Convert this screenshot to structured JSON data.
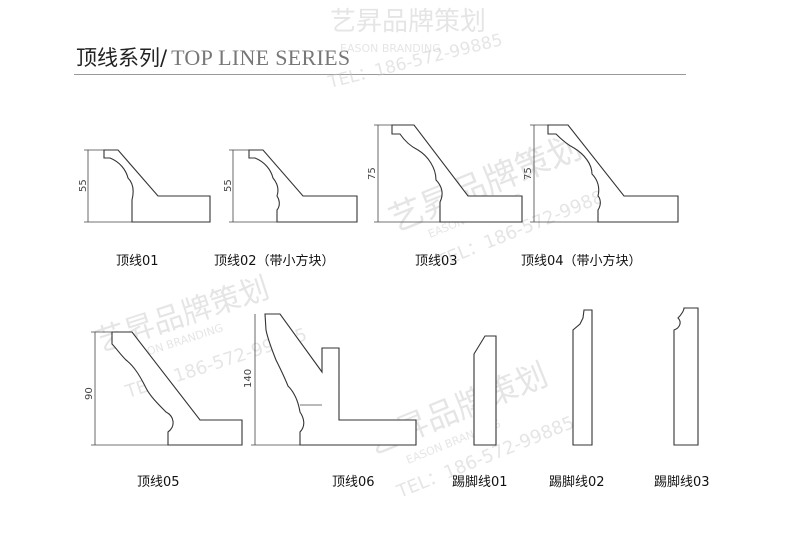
{
  "header": {
    "title_cn": "顶线系列",
    "separator": "/",
    "title_en": "TOP LINE SERIES"
  },
  "watermark": {
    "brand": "艺昇品牌策划",
    "brand_en": "EASON BRANDING",
    "tel": "TEL：186-572-99885"
  },
  "items": [
    {
      "label": "顶线01",
      "dim": "55"
    },
    {
      "label": "顶线02（带小方块）",
      "dim": "55"
    },
    {
      "label": "顶线03",
      "dim": "75"
    },
    {
      "label": "顶线04（带小方块）",
      "dim": "75"
    },
    {
      "label": "顶线05",
      "dim": "90"
    },
    {
      "label": "顶线06",
      "dim": "140"
    },
    {
      "label": "踢脚线01"
    },
    {
      "label": "踢脚线02"
    },
    {
      "label": "踢脚线03"
    }
  ],
  "colors": {
    "line": "#333333",
    "rule": "#9a9a9a",
    "watermark": "#c7c7c7"
  }
}
